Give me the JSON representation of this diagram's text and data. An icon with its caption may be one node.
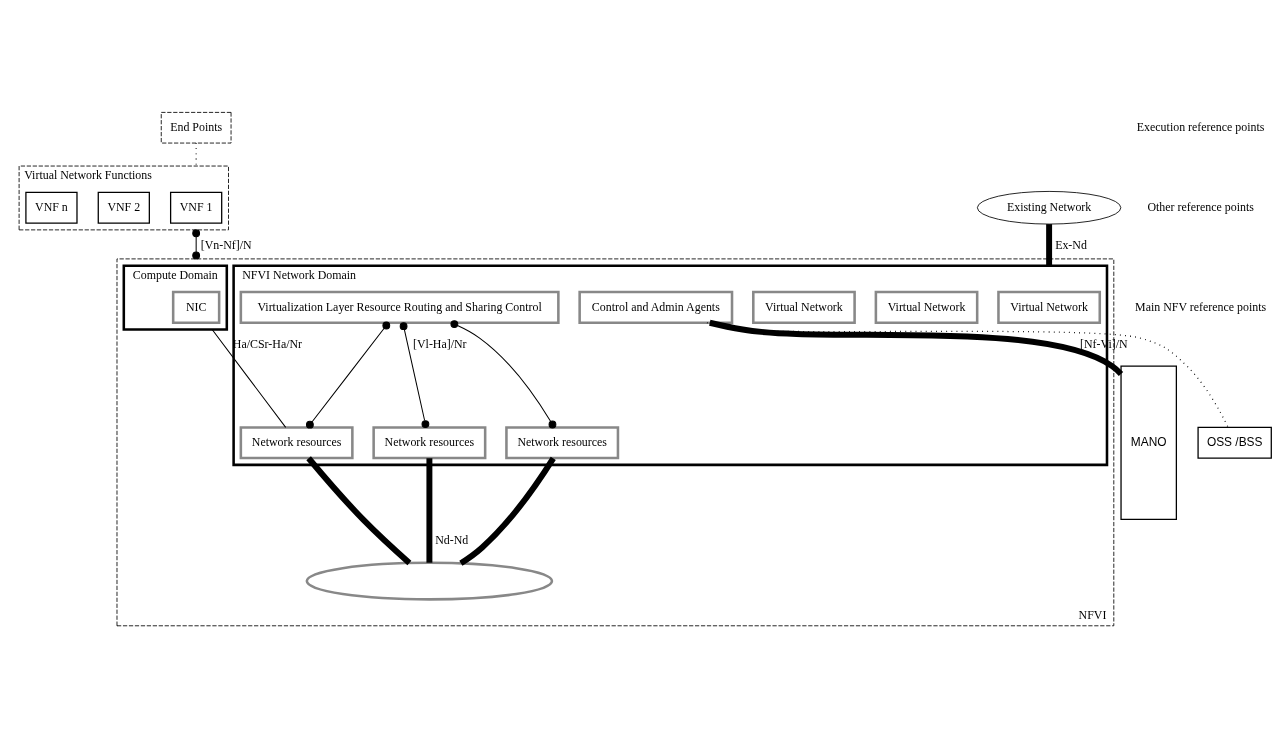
{
  "diagram": {
    "nodes": [
      {
        "text": [
          "End Points"
        ]
      },
      {
        "text": [
          "Virtual Network Functions"
        ]
      },
      {
        "text": [
          "VNF 1"
        ],
        "in": 1
      },
      {
        "text": [
          "VNF 2"
        ],
        "in": 1
      },
      {
        "text": [
          "VNF n"
        ],
        "in": 1
      },
      {
        "text": [
          "NFVI"
        ]
      },
      {
        "text": [
          "Existing Network"
        ]
      },
      {
        "text": [
          "Compute Domain"
        ],
        "in": 5
      },
      {
        "text": [
          "NIC"
        ],
        "in": 7
      },
      {
        "text": [
          "NFVI Network Domain"
        ],
        "in": 5
      },
      {
        "text": [
          "Virtual Network"
        ],
        "in": 9
      },
      {
        "text": [
          "Virtual Network"
        ],
        "in": 9
      },
      {
        "text": [
          "Virtual Network"
        ],
        "in": 9
      },
      {
        "text": [
          "Virtualization Layer Resource Routing and Sharing Control"
        ],
        "in": 9
      },
      {
        "text": [
          "Network resources"
        ],
        "in": 9
      },
      {
        "text": [
          "Network resources"
        ],
        "in": 9
      },
      {
        "text": [
          "Network resources"
        ],
        "in": 9
      },
      {
        "text": [
          "Control and Admin Agents"
        ],
        "in": 9
      },
      {
        "text": [],
        "shape": "cloud",
        "in": 5
      },
      {
        "text": [
          "MANO"
        ]
      },
      {
        "text": [
          "OSS /BSS"
        ]
      }
    ],
    "edges": [
      {
        "from": 0,
        "to": 1,
        "arrow": "none",
        "style": "dashed"
      },
      {
        "from": 1,
        "to": 5,
        "arrow": "other",
        "label": "[Vn-Nf]/N"
      },
      {
        "from": 6,
        "to": 9,
        "arrow": "none",
        "style": "thick",
        "label": "Ex-Nd"
      },
      {
        "from": 7,
        "to": 14,
        "arrow": "none",
        "label": "Ha/CSr-Ha/Nr"
      },
      {
        "from": 13,
        "to": 14,
        "arrow": "other"
      },
      {
        "from": 13,
        "to": 15,
        "arrow": "other",
        "label": "[Vl-Ha]/Nr"
      },
      {
        "from": 13,
        "to": 16,
        "arrow": "other"
      },
      {
        "from": 14,
        "to": 18,
        "arrow": "none",
        "style": "thick"
      },
      {
        "from": 15,
        "to": 18,
        "arrow": "none",
        "style": "thick",
        "label": "Nd-Nd"
      },
      {
        "from": 16,
        "to": 18,
        "arrow": "none",
        "style": "thick"
      },
      {
        "from": 17,
        "to": 19,
        "arrow": "none",
        "style": "thick",
        "label": "[Nf-Vi]/N"
      },
      {
        "from": 17,
        "to": 20,
        "arrow": "none",
        "style": "dashed"
      }
    ],
    "legend": [
      {
        "text": "Execution reference points"
      },
      {
        "text": "Other reference points"
      },
      {
        "text": "Main NFV reference points"
      }
    ]
  }
}
